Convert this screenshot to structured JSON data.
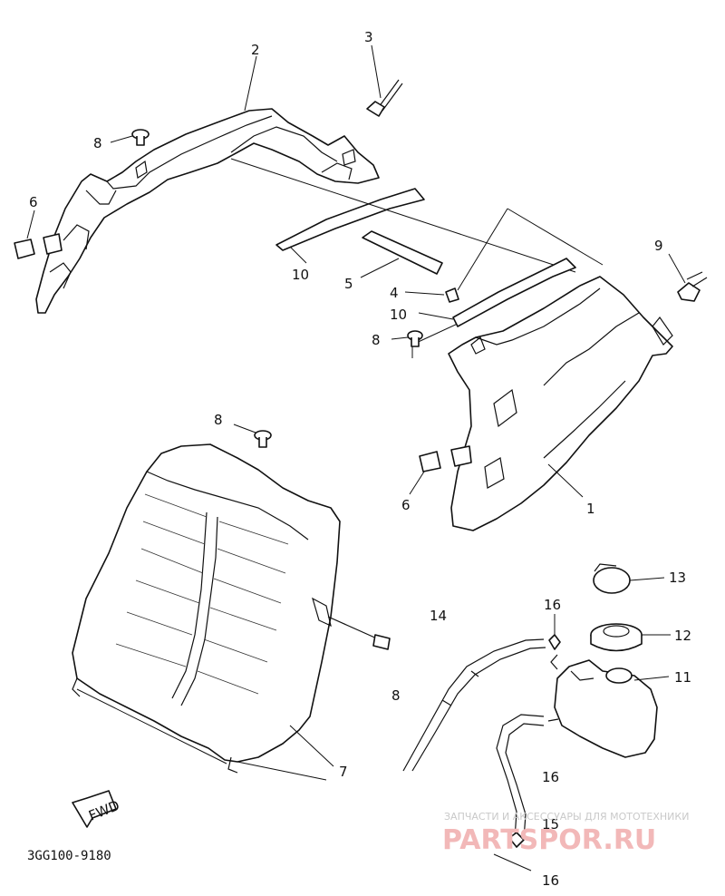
{
  "diagram": {
    "callouts": [
      {
        "id": "c2",
        "text": "2"
      },
      {
        "id": "c3",
        "text": "3"
      },
      {
        "id": "c8a",
        "text": "8"
      },
      {
        "id": "c6a",
        "text": "6"
      },
      {
        "id": "c10a",
        "text": "10"
      },
      {
        "id": "c5",
        "text": "5"
      },
      {
        "id": "c4",
        "text": "4"
      },
      {
        "id": "c10b",
        "text": "10"
      },
      {
        "id": "c8b",
        "text": "8"
      },
      {
        "id": "c9",
        "text": "9"
      },
      {
        "id": "c8c",
        "text": "8"
      },
      {
        "id": "c6b",
        "text": "6"
      },
      {
        "id": "c1",
        "text": "1"
      },
      {
        "id": "c13",
        "text": "13"
      },
      {
        "id": "c16a",
        "text": "16"
      },
      {
        "id": "c14",
        "text": "14"
      },
      {
        "id": "c12",
        "text": "12"
      },
      {
        "id": "c11",
        "text": "11"
      },
      {
        "id": "c8d",
        "text": "8"
      },
      {
        "id": "c7",
        "text": "7"
      },
      {
        "id": "c16b",
        "text": "16"
      },
      {
        "id": "c15",
        "text": "15"
      },
      {
        "id": "c16c",
        "text": "16"
      }
    ],
    "fwd_label": "FWD",
    "diagram_code": "3GG100-9180"
  },
  "watermark": {
    "tagline": "ЗАПЧАСТИ И АКСЕССУАРЫ ДЛЯ МОТОТЕХНИКИ",
    "brand": "PARTSPOR.RU"
  }
}
